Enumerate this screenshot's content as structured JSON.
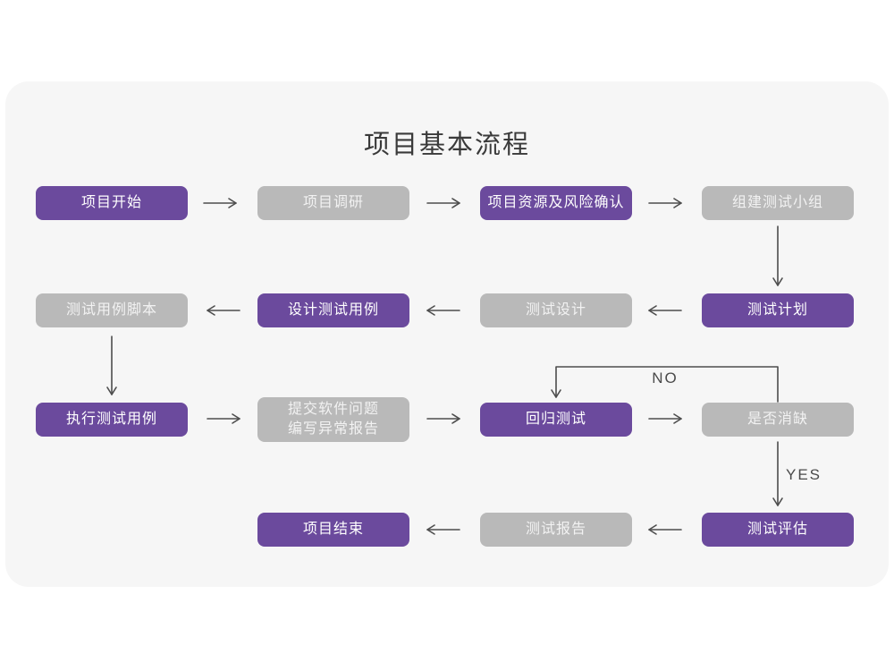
{
  "title": "项目基本流程",
  "colors": {
    "accent_purple": "#6b4a9d",
    "neutral_gray": "#b9b9b9",
    "card_background": "#f6f6f6",
    "page_background": "#ffffff",
    "arrow": "#4d4d4d",
    "box_text": "#ffffff",
    "title_text": "#3a3a3a"
  },
  "nodes": [
    {
      "id": "project-start",
      "label": "项目开始",
      "variant": "purple"
    },
    {
      "id": "project-research",
      "label": "项目调研",
      "variant": "gray"
    },
    {
      "id": "resource-risk-confirm",
      "label": "项目资源及风险确认",
      "variant": "purple"
    },
    {
      "id": "build-test-team",
      "label": "组建测试小组",
      "variant": "gray"
    },
    {
      "id": "test-case-script",
      "label": "测试用例脚本",
      "variant": "gray"
    },
    {
      "id": "design-test-case",
      "label": "设计测试用例",
      "variant": "purple"
    },
    {
      "id": "test-design",
      "label": "测试设计",
      "variant": "gray"
    },
    {
      "id": "test-plan",
      "label": "测试计划",
      "variant": "purple"
    },
    {
      "id": "execute-test-case",
      "label": "执行测试用例",
      "variant": "purple"
    },
    {
      "id": "submit-issue-report",
      "label": "提交软件问题\n编写异常报告",
      "variant": "gray"
    },
    {
      "id": "regression-test",
      "label": "回归测试",
      "variant": "purple"
    },
    {
      "id": "defect-resolved",
      "label": "是否消缺",
      "variant": "gray"
    },
    {
      "id": "test-evaluation",
      "label": "测试评估",
      "variant": "purple"
    },
    {
      "id": "test-report",
      "label": "测试报告",
      "variant": "gray"
    },
    {
      "id": "project-end",
      "label": "项目结束",
      "variant": "purple"
    }
  ],
  "edge_labels": {
    "no": "NO",
    "yes": "YES"
  }
}
